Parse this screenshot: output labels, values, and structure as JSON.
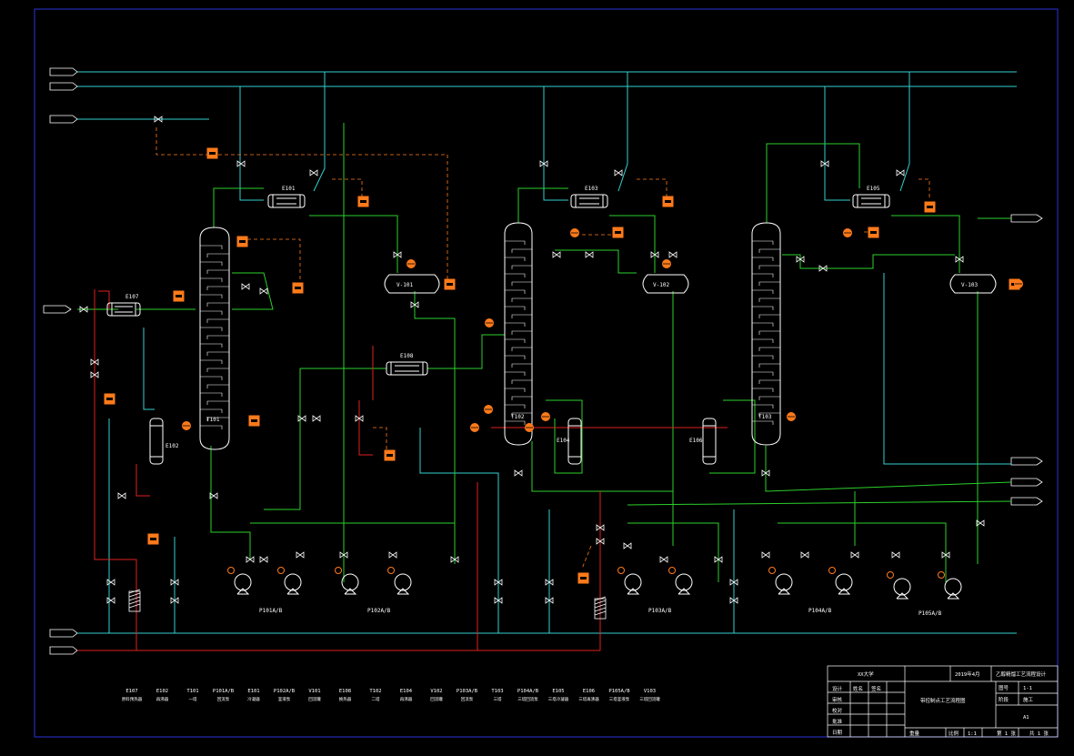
{
  "colors": {
    "background": "#000000",
    "border": "#2a35d8",
    "utility_line": "#33d0d0",
    "process_line": "#2bd02b",
    "heat_line": "#e02020",
    "instrument": "#ff7a1a",
    "equipment": "#ffffff",
    "text": "#ffffff"
  },
  "equipment_labels": {
    "t101": "T101",
    "t102": "T102",
    "t103": "T103",
    "v101": "V-101",
    "v102": "V-102",
    "v103": "V-103",
    "e101": "E101",
    "e103": "E103",
    "e105": "E105",
    "e107": "E107",
    "e108": "E108",
    "e102": "E102",
    "e104": "E104",
    "e106": "E106",
    "p101": "P101A/B",
    "p102": "P102A/B",
    "p103": "P103A/B",
    "p104": "P104A/B",
    "p105": "P105A/B"
  },
  "legend": [
    {
      "tag": "E107",
      "desc": "原料预热器"
    },
    {
      "tag": "E102",
      "desc": "再沸器"
    },
    {
      "tag": "T101",
      "desc": "一塔"
    },
    {
      "tag": "P101A/B",
      "desc": "回流泵"
    },
    {
      "tag": "E101",
      "desc": "冷凝器"
    },
    {
      "tag": "P102A/B",
      "desc": "釜液泵"
    },
    {
      "tag": "V101",
      "desc": "回流罐"
    },
    {
      "tag": "E108",
      "desc": "换热器"
    },
    {
      "tag": "T102",
      "desc": "二塔"
    },
    {
      "tag": "E104",
      "desc": "再沸器"
    },
    {
      "tag": "V102",
      "desc": "回流罐"
    },
    {
      "tag": "P103A/B",
      "desc": "回流泵"
    },
    {
      "tag": "T103",
      "desc": "三塔"
    },
    {
      "tag": "P104A/B",
      "desc": "三塔回流泵"
    },
    {
      "tag": "E105",
      "desc": "三塔冷凝器"
    },
    {
      "tag": "E106",
      "desc": "三塔再沸器"
    },
    {
      "tag": "P105A/B",
      "desc": "三塔釜液泵"
    },
    {
      "tag": "V103",
      "desc": "三塔回流罐"
    }
  ],
  "title_block": {
    "school": "XX大学",
    "date": "2019年4月",
    "project": "乙醇精馏工艺流程设计",
    "drawing_title": "带控制点工艺流程图",
    "rows": [
      "设计",
      "审核",
      "校对",
      "批准",
      "日期"
    ],
    "name_hdr": "姓名",
    "sign_hdr": "签名",
    "scale_label": "比例",
    "scale": "1:1",
    "sheet": "第 1 张",
    "total": "共 1 张",
    "size": "A1",
    "drawing_no_label": "图号",
    "drawing_no": "1-1",
    "stage_label": "阶段",
    "stage": "施工",
    "weight_label": "重量"
  }
}
